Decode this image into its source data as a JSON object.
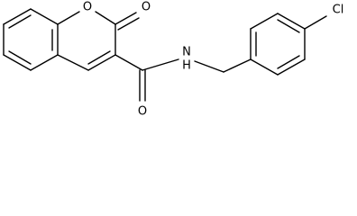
{
  "molecule": {
    "atoms": {
      "ring_oxygen": "O",
      "carbonyl_oxygen": "O",
      "amide_oxygen": "O",
      "amide_nitrogen": "N",
      "amide_hydrogen": "H",
      "chlorine": "Cl"
    }
  }
}
